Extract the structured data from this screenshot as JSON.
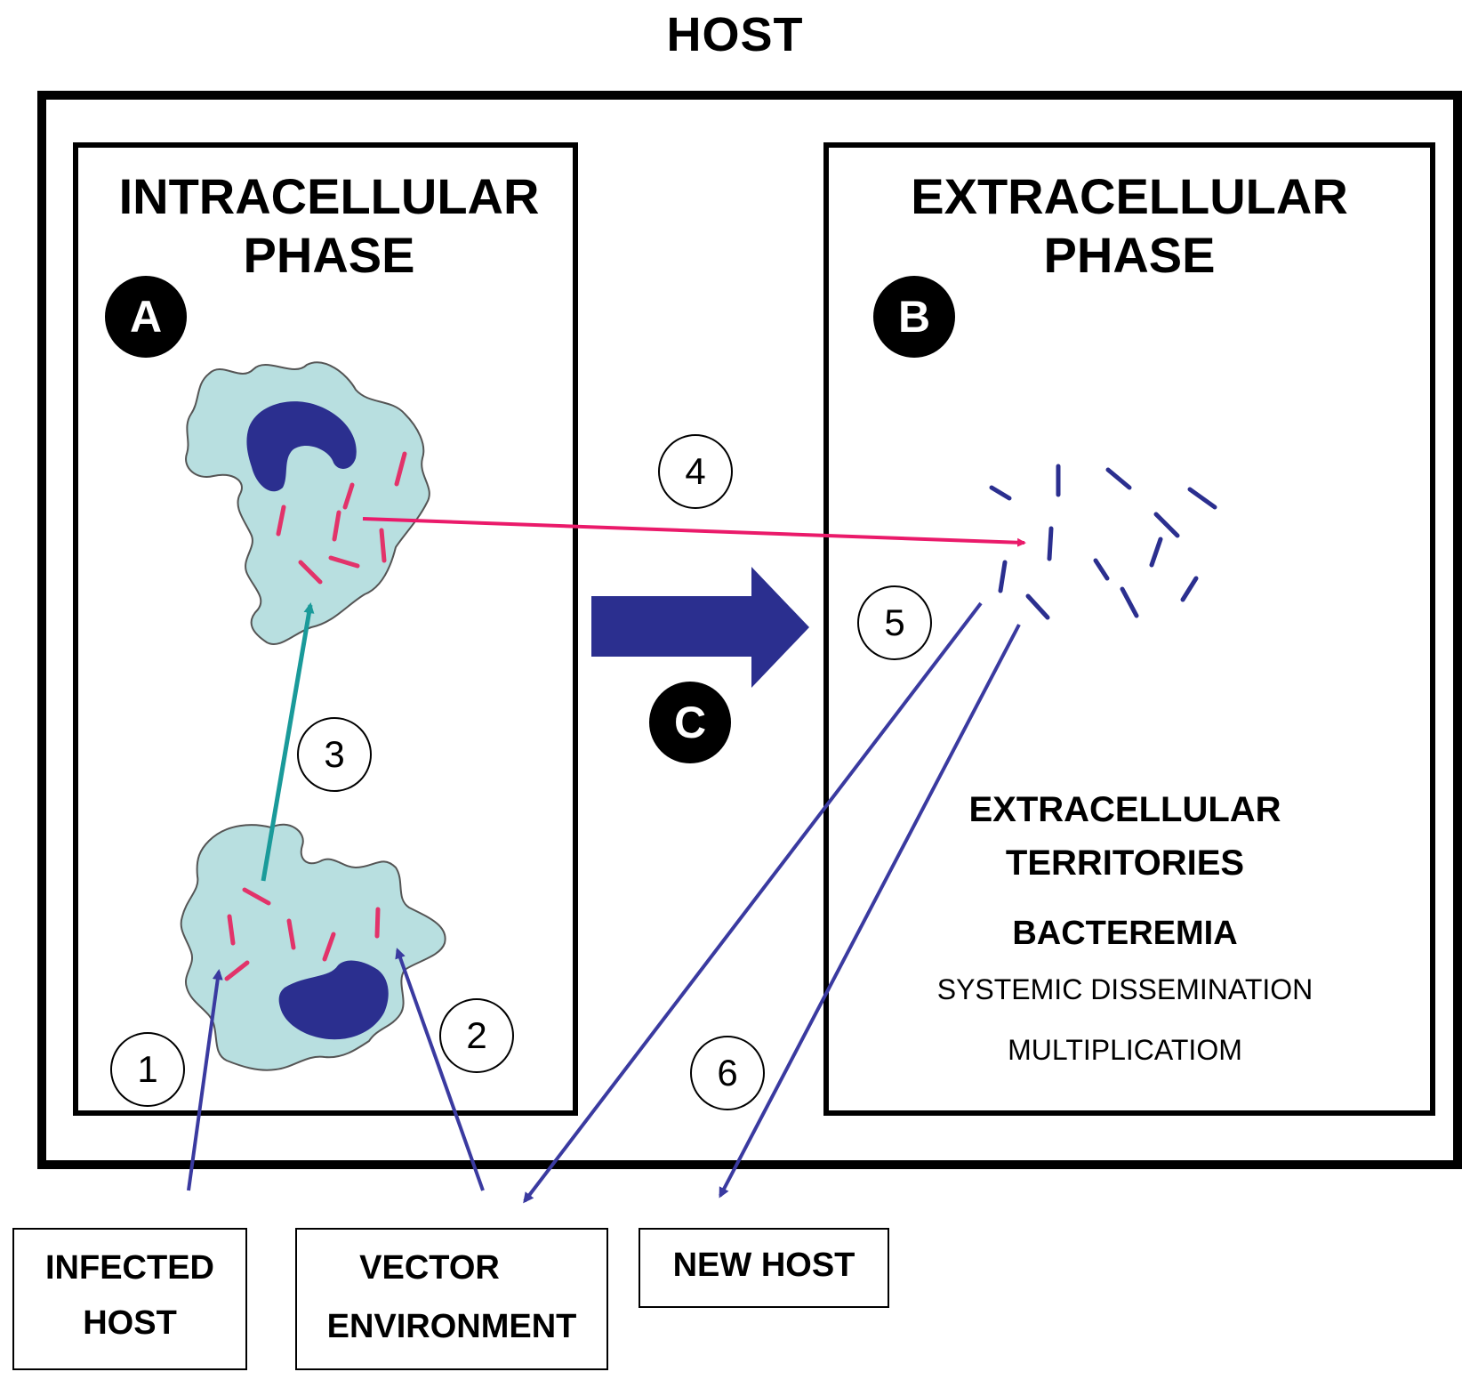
{
  "host_title": "HOST",
  "intracellular": {
    "line1": "INTRACELLULAR",
    "line2": "PHASE",
    "badge": "A"
  },
  "extracellular": {
    "line1": "EXTRACELLULAR",
    "line2": "PHASE",
    "badge": "B"
  },
  "transition_badge": "C",
  "steps": [
    "1",
    "2",
    "3",
    "4",
    "5",
    "6"
  ],
  "extracellular_text": {
    "territories1": "EXTRACELLULAR",
    "territories2": "TERRITORIES",
    "bacteremia": "BACTEREMIA",
    "dissemination": "SYSTEMIC DISSEMINATION",
    "multiplication": "MULTIPLICATIOM"
  },
  "sources": {
    "infected1": "INFECTED",
    "infected2": "HOST",
    "vector1": "VECTOR",
    "vector2": "ENVIRONMENT",
    "newhost": "NEW HOST"
  },
  "colors": {
    "cell_fill": "#b8dfe0",
    "nucleus": "#2b2f8f",
    "bacteria_intra": "#e2336a",
    "bacteria_extra": "#2b2f8f",
    "arrow_red": "#ea1a6a",
    "arrow_teal": "#1a9a9a",
    "arrow_blue": "#3a3aa0",
    "big_arrow": "#2b2f8f"
  }
}
